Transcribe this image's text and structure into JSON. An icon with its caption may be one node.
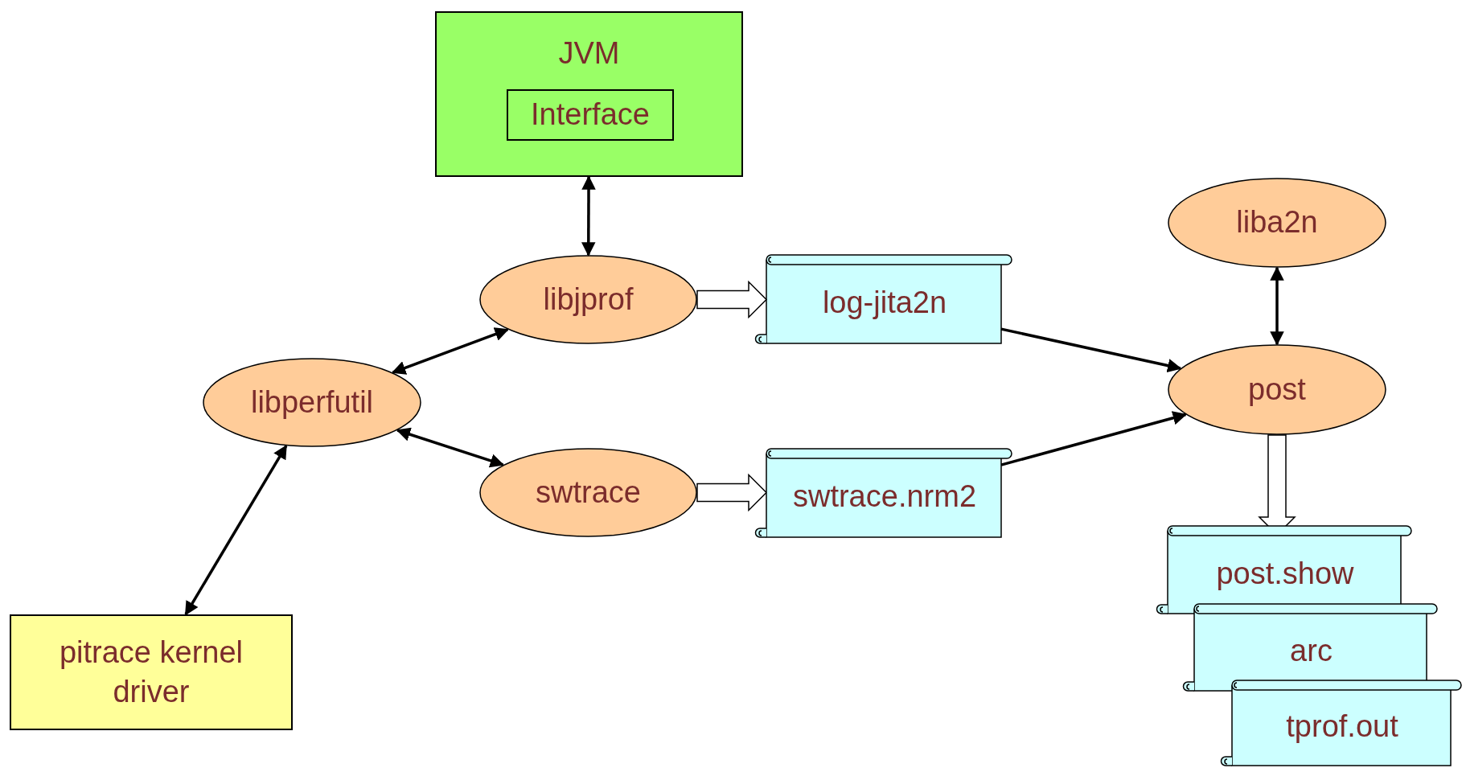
{
  "diagram": {
    "nodes": [
      {
        "text": [
          "JVM"
        ]
      },
      {
        "text": [
          "Interface"
        ],
        "in": 0
      },
      {
        "text": [
          "liba2n"
        ]
      },
      {
        "text": [
          "libjprof"
        ]
      },
      {
        "text": [
          "log-jita2n"
        ]
      },
      {
        "text": [
          "libperfutil"
        ]
      },
      {
        "text": [
          "post"
        ]
      },
      {
        "text": [
          "swtrace"
        ]
      },
      {
        "text": [
          "swtrace.nrm2"
        ]
      },
      {
        "text": [
          "pitrace kernel driver"
        ]
      },
      {
        "text": [
          "post.show"
        ]
      },
      {
        "text": [
          "arc"
        ]
      },
      {
        "text": [
          "tprof.out"
        ]
      }
    ],
    "edges": [
      {
        "from": 0,
        "to": 3,
        "arrow": "both"
      },
      {
        "from": 5,
        "to": 3,
        "arrow": "both"
      },
      {
        "from": 5,
        "to": 7,
        "arrow": "both"
      },
      {
        "from": 9,
        "to": 5,
        "arrow": "both"
      },
      {
        "from": 3,
        "to": 4,
        "arrow": "to",
        "style": "thick"
      },
      {
        "from": 7,
        "to": 8,
        "arrow": "to",
        "style": "thick"
      },
      {
        "from": 4,
        "to": 6,
        "arrow": "to"
      },
      {
        "from": 8,
        "to": 6,
        "arrow": "to"
      },
      {
        "from": 2,
        "to": 6,
        "arrow": "both"
      },
      {
        "from": 6,
        "to": 10,
        "arrow": "to",
        "style": "thick"
      }
    ]
  }
}
